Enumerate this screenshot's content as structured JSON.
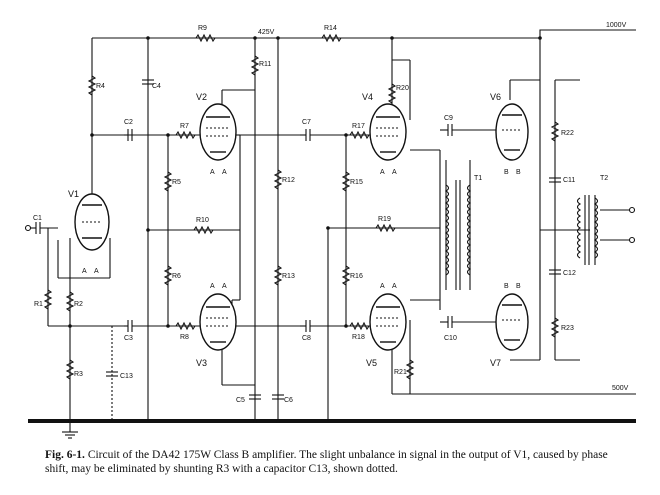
{
  "caption": {
    "fig_label": "Fig. 6-1.",
    "text": "Circuit of the DA42 175W Class B amplifier.   The slight unbalance in signal in the output of V1, caused by phase shift, may be eliminated by shunting R3 with a capacitor C13, shown dotted."
  },
  "rails": {
    "v425": "425V",
    "v1000": "1000V",
    "v500": "500V"
  },
  "tubes": [
    "V1",
    "V2",
    "V3",
    "V4",
    "V5",
    "V6",
    "V7"
  ],
  "resistors": [
    "R1",
    "R2",
    "R3",
    "R4",
    "R5",
    "R6",
    "R7",
    "R8",
    "R9",
    "R10",
    "R11",
    "R12",
    "R13",
    "R14",
    "R15",
    "R16",
    "R17",
    "R18",
    "R19",
    "R20",
    "R21",
    "R22",
    "R23"
  ],
  "capacitors": [
    "C1",
    "C2",
    "C3",
    "C4",
    "C5",
    "C6",
    "C7",
    "C8",
    "C9",
    "C10",
    "C11",
    "C12",
    "C13"
  ],
  "transformers": [
    "T1",
    "T2"
  ],
  "heater_labels": [
    "A",
    "B"
  ]
}
